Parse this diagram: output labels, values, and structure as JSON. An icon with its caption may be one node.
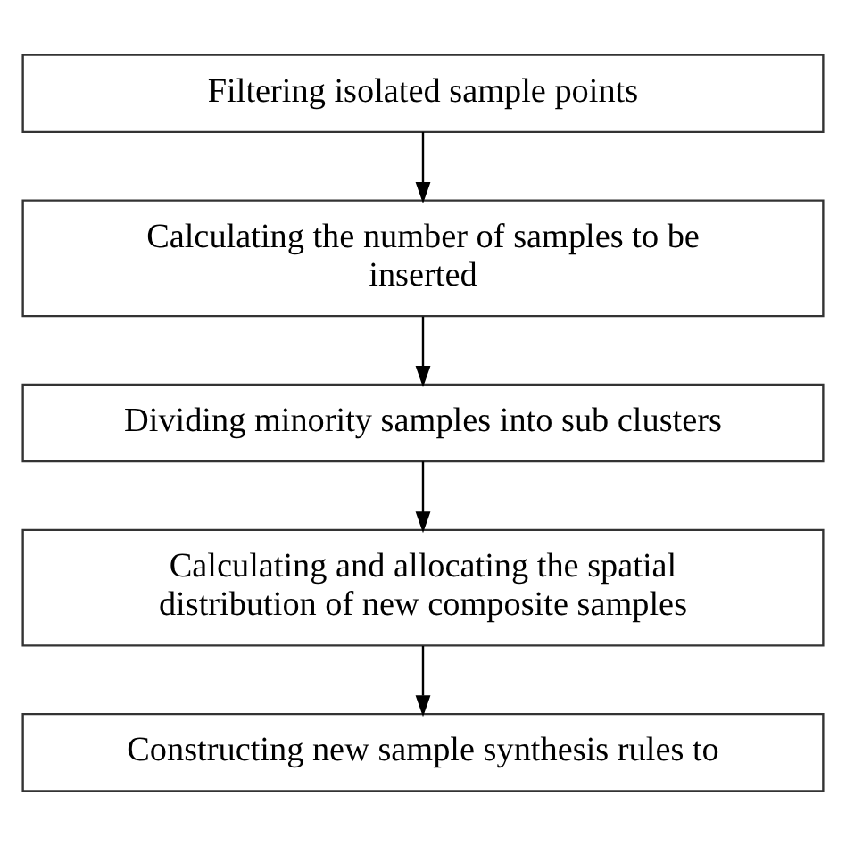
{
  "diagram": {
    "nodes": [
      {
        "text": [
          "Filtering isolated sample points"
        ]
      },
      {
        "text": [
          "Calculating the number of samples to be inserted"
        ]
      },
      {
        "text": [
          "Dividing minority samples into sub clusters"
        ]
      },
      {
        "text": [
          "Calculating and allocating the spatial distribution of new composite samples"
        ]
      },
      {
        "text": [
          "Constructing new sample synthesis rules to"
        ]
      }
    ],
    "edges": [
      {
        "from": 0,
        "to": 1,
        "arrow": "to"
      },
      {
        "from": 1,
        "to": 2,
        "arrow": "to"
      },
      {
        "from": 2,
        "to": 3,
        "arrow": "to"
      },
      {
        "from": 3,
        "to": 4,
        "arrow": "to"
      }
    ]
  }
}
